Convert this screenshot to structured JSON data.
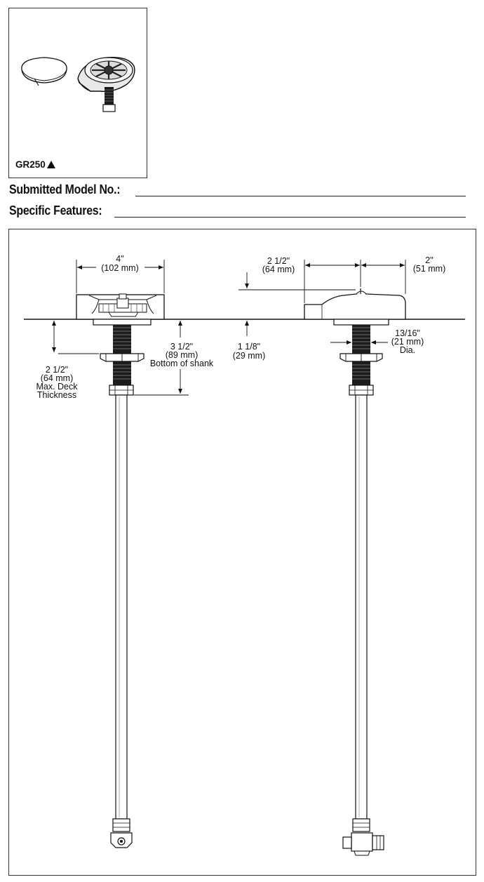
{
  "product_panel": {
    "model_code": "GR250"
  },
  "form": {
    "submitted_model_label": "Submitted Model No.:",
    "specific_features_label": "Specific Features:"
  },
  "dimensions": {
    "width_in": "4\"",
    "width_mm": "(102 mm)",
    "spout_reach_in": "2 1/2\"",
    "spout_reach_mm": "(64 mm)",
    "rear_in": "2\"",
    "rear_mm": "(51 mm)",
    "deck_in": "2 1/2\"",
    "deck_mm": "(64 mm)",
    "deck_note_1": "Max. Deck",
    "deck_note_2": "Thickness",
    "shank_in": "3 1/2\"",
    "shank_mm": "(89 mm)",
    "shank_note": "Bottom of shank",
    "height_in": "1 1/8\"",
    "height_mm": "(29 mm)",
    "dia_in": "13/16\"",
    "dia_mm": "(21 mm)",
    "dia_note": "Dia."
  }
}
